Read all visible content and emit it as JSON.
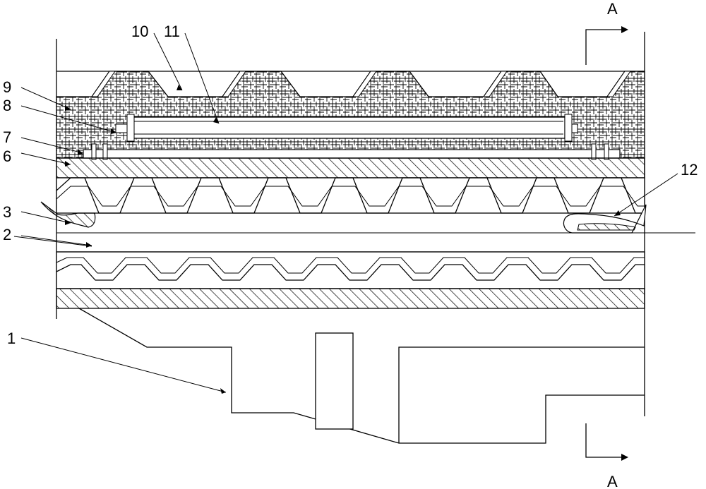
{
  "section_marks": {
    "top": "A",
    "bottom": "A"
  },
  "callouts": [
    {
      "id": "1",
      "text": "1"
    },
    {
      "id": "2",
      "text": "2"
    },
    {
      "id": "3",
      "text": "3"
    },
    {
      "id": "6",
      "text": "6"
    },
    {
      "id": "7",
      "text": "7"
    },
    {
      "id": "8",
      "text": "8"
    },
    {
      "id": "9",
      "text": "9"
    },
    {
      "id": "10",
      "text": "10"
    },
    {
      "id": "11",
      "text": "11"
    },
    {
      "id": "12",
      "text": "12"
    }
  ]
}
